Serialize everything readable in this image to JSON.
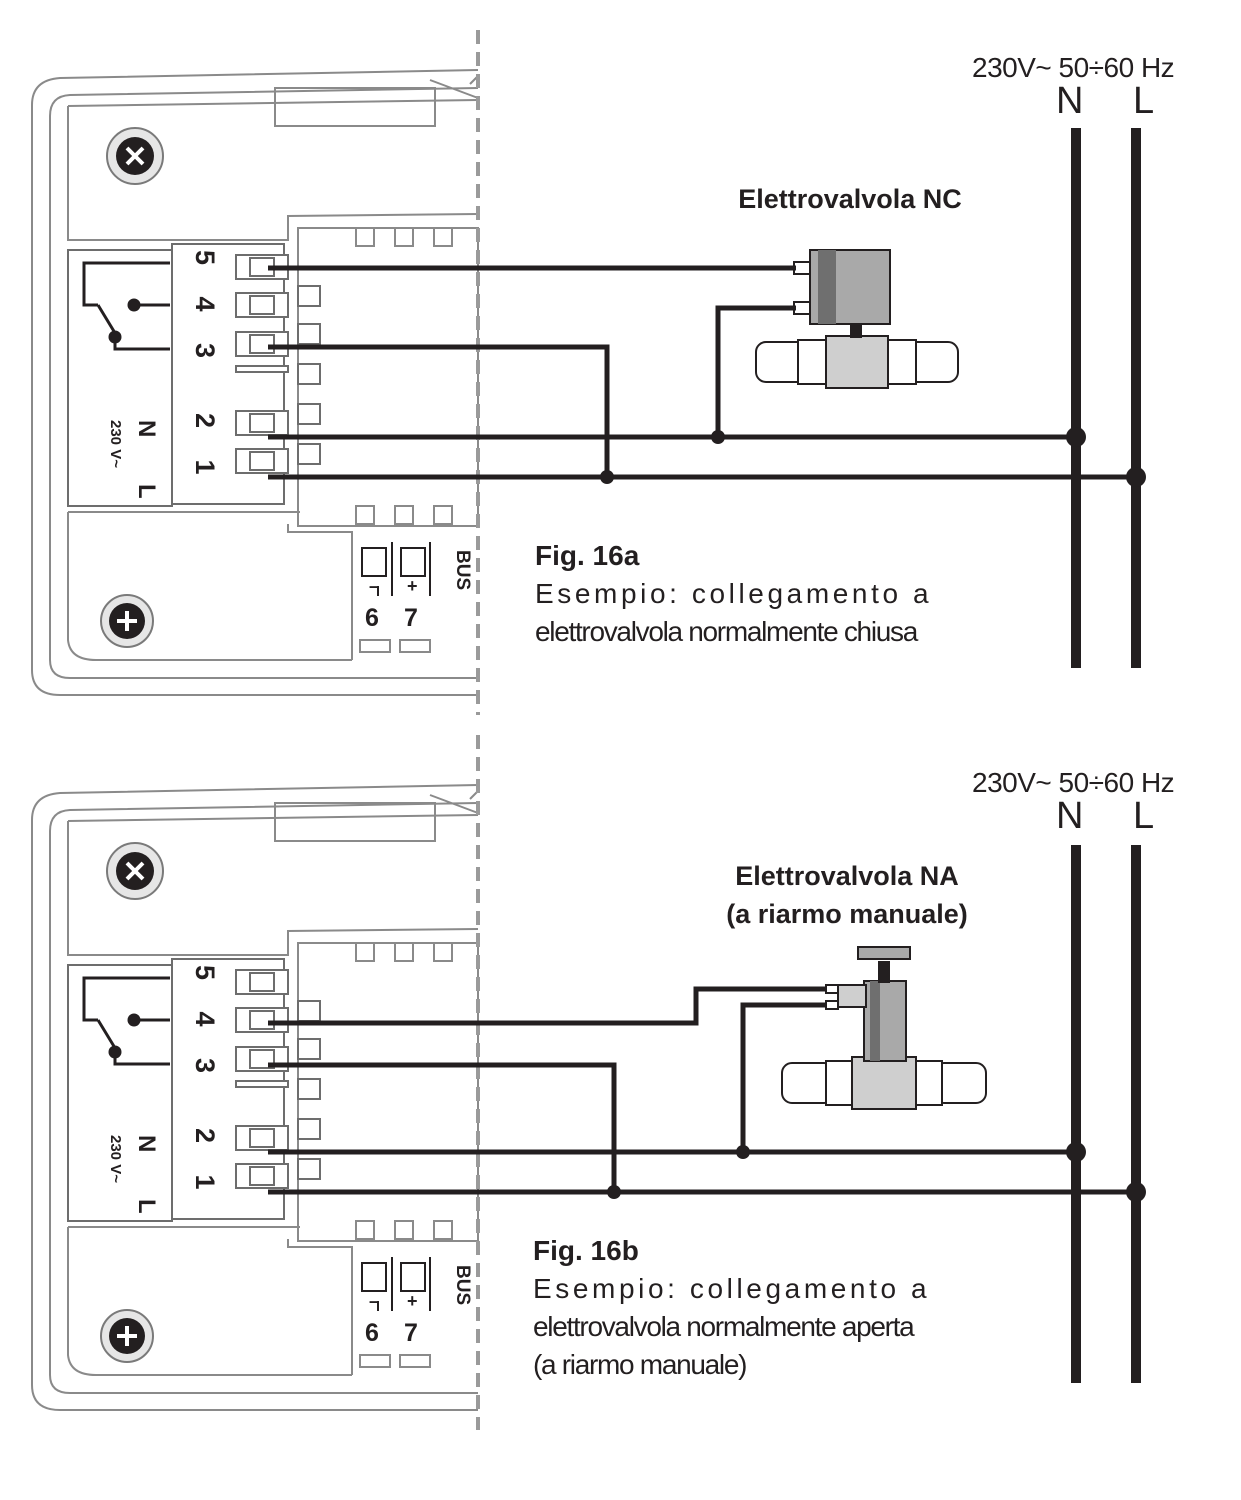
{
  "figures": [
    {
      "id": "16a",
      "supply": "230V~  50÷60 Hz",
      "n": "N",
      "l": "L",
      "valve_title": [
        "Elettrovalvola NC"
      ],
      "caption_title": "Fig. 16a",
      "caption_lines": [
        "Esempio: collegamento a",
        "elettrovalvola normalmente chiusa"
      ],
      "terminals": {
        "top": "5 4 3",
        "bottom": "2 1",
        "nl": "N L",
        "voltage": "230 V~",
        "bus": "BUS",
        "t6": "6",
        "t7": "7",
        "minus": "–",
        "plus": "+"
      }
    },
    {
      "id": "16b",
      "supply": "230V~  50÷60 Hz",
      "n": "N",
      "l": "L",
      "valve_title": [
        "Elettrovalvola NA",
        "(a riarmo manuale)"
      ],
      "caption_title": "Fig. 16b",
      "caption_lines": [
        "Esempio: collegamento a",
        "elettrovalvola normalmente aperta",
        "(a riarmo manuale)"
      ],
      "terminals": {
        "top": "5 4 3",
        "bottom": "2 1",
        "nl": "N L",
        "voltage": "230 V~",
        "bus": "BUS",
        "t6": "6",
        "t7": "7",
        "minus": "–",
        "plus": "+"
      }
    }
  ],
  "colors": {
    "wire": "#231f20",
    "device_outline": "#8a8a8a",
    "dashed_cut": "#9a9a9a",
    "valve_body": "#a9a9a9"
  },
  "icons": [
    "screw-x-icon",
    "screw-plus-icon",
    "relay-switch-icon",
    "solenoid-valve-icon",
    "manual-reset-valve-icon"
  ]
}
